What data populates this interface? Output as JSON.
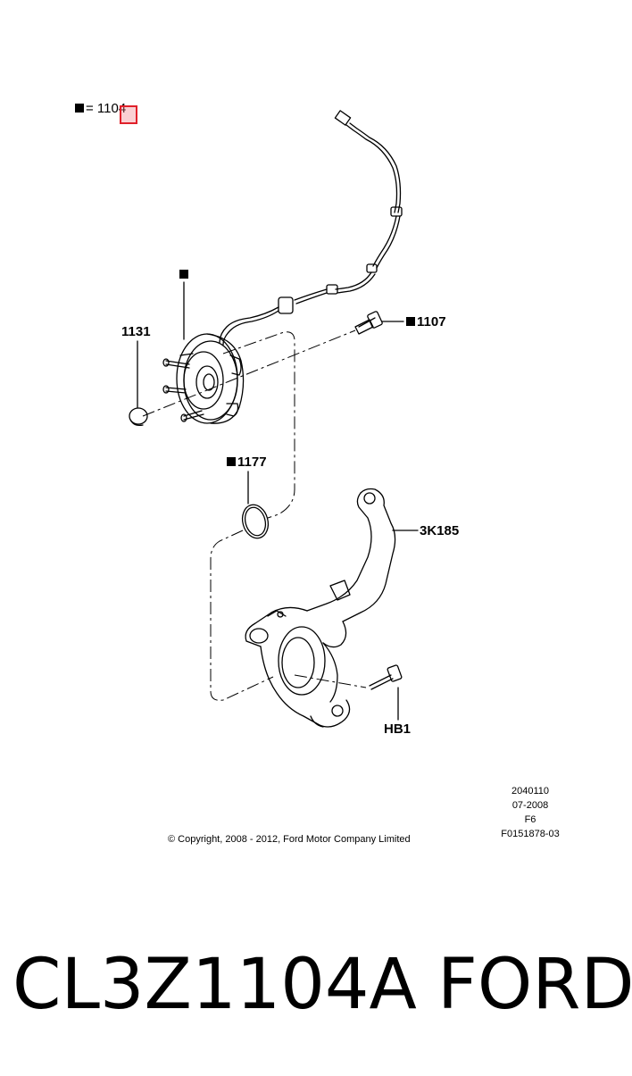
{
  "legend": {
    "text": "= 1104"
  },
  "callouts": {
    "hub_marker": "",
    "hub_cap": "1131",
    "bolt": "1107",
    "oring": "1177",
    "knuckle": "3K185",
    "hub_bolt": "HB1"
  },
  "drawing_ids": [
    "2040110",
    "07-2008",
    "F6",
    "F0151878-03"
  ],
  "copyright": "© Copyright, 2008 - 2012, Ford Motor Company Limited",
  "caption": {
    "part_number": "CL3Z1104A",
    "brand": "FORD"
  },
  "colors": {
    "line": "#000000",
    "highlight": "#e0202a"
  }
}
